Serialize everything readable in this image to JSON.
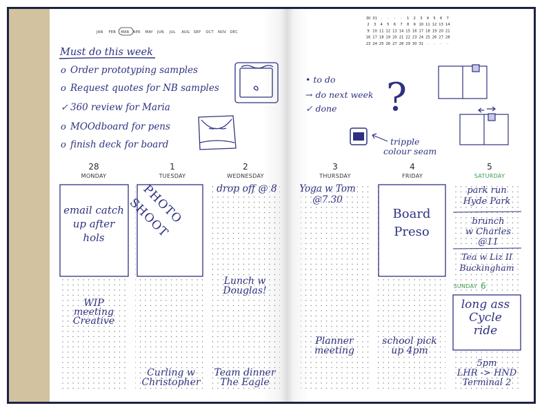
{
  "months": [
    "JAN",
    "FEB",
    "MAR",
    "APR",
    "MAY",
    "JUN",
    "JUL",
    "AUG",
    "SEP",
    "OCT",
    "NOV",
    "DEC"
  ],
  "selected_month": "MAR",
  "mini_calendar": {
    "rows": [
      [
        "30",
        "31",
        "·",
        "·",
        "·",
        "·",
        "1",
        "2",
        "3",
        "4",
        "5",
        "6",
        "7"
      ],
      [
        "2",
        "3",
        "4",
        "5",
        "6",
        "7",
        "8",
        "9",
        "10",
        "11",
        "12",
        "13",
        "14"
      ],
      [
        "9",
        "10",
        "11",
        "12",
        "13",
        "14",
        "15",
        "16",
        "17",
        "18",
        "19",
        "20",
        "21"
      ],
      [
        "16",
        "17",
        "18",
        "19",
        "20",
        "21",
        "22",
        "23",
        "24",
        "25",
        "26",
        "27",
        "28"
      ],
      [
        "23",
        "24",
        "25",
        "26",
        "27",
        "28",
        "29",
        "30",
        "31",
        "·",
        "·",
        "·",
        "·"
      ]
    ]
  },
  "must_do": {
    "title": "Must do this week",
    "items": [
      {
        "mark": "o",
        "text": "Order prototyping samples"
      },
      {
        "mark": "o",
        "text": "Request quotes for NB samples"
      },
      {
        "mark": "✓",
        "text": "360 review for Maria"
      },
      {
        "mark": "o",
        "text": "MOOdboard for pens"
      },
      {
        "mark": "o",
        "text": "finish deck for board"
      }
    ]
  },
  "legend": {
    "todo": "• to do",
    "next": "→ do next week",
    "done": "✓ done",
    "question": "?",
    "seam_note": [
      "tripple",
      "colour seam"
    ]
  },
  "days": [
    {
      "num": "28",
      "name": "MONDAY"
    },
    {
      "num": "1",
      "name": "TUESDAY"
    },
    {
      "num": "2",
      "name": "WEDNESDAY"
    },
    {
      "num": "3",
      "name": "THURSDAY"
    },
    {
      "num": "4",
      "name": "FRIDAY"
    },
    {
      "num": "5",
      "name": "SATURDAY"
    }
  ],
  "sunday": {
    "label": "SUNDAY",
    "num": "6"
  },
  "colors": {
    "ink": "#2e3180",
    "saturday": "#3a9a4a",
    "cover": "#d2c29f",
    "frame": "#1d2244"
  },
  "notes": {
    "monday_box": [
      "email catch",
      "up after",
      "hols"
    ],
    "monday_lower": [
      "WIP",
      "meeting",
      "Creative"
    ],
    "tuesday_box": [
      "PHOTO",
      "SHOOT"
    ],
    "tuesday_lower": [
      "Curling w",
      "Christopher"
    ],
    "wednesday_top": "drop off @ 8",
    "wednesday_mid": [
      "Lunch w",
      "Douglas!"
    ],
    "wednesday_lower": [
      "Team dinner",
      "The Eagle"
    ],
    "thursday_top": [
      "Yoga w Tom",
      "@7.30"
    ],
    "thursday_lower": [
      "Planner",
      "meeting"
    ],
    "friday_box": [
      "Board",
      "Preso"
    ],
    "friday_lower": [
      "school pick",
      "up 4pm"
    ],
    "saturday_1": [
      "park run",
      "Hyde Park"
    ],
    "saturday_2": [
      "brunch",
      "w Charles",
      "@11"
    ],
    "saturday_3": [
      "Tea w Liz II",
      "Buckingham"
    ],
    "sunday_box": [
      "long ass",
      "Cycle",
      "ride"
    ],
    "sunday_lower": [
      "5pm",
      "LHR -> HND",
      "Terminal 2"
    ]
  }
}
